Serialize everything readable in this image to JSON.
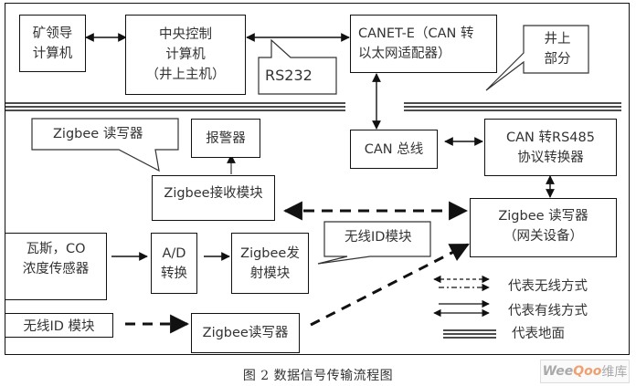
{
  "diagram": {
    "nodes": {
      "mine_leader_computer": [
        "矿领导",
        "计算机"
      ],
      "central_control_computer": [
        "中央控制",
        "计算机",
        "（井上主机）"
      ],
      "canet_adapter": [
        "CANET-E（CAN 转",
        "以太网适配器）"
      ],
      "can_bus": [
        "CAN  总线"
      ],
      "can_rs485_converter": [
        "CAN  转RS485",
        "协议转换器"
      ],
      "alarm": [
        "报警器"
      ],
      "zigbee_receiver": [
        "Zigbee接收模块"
      ],
      "zigbee_gateway": [
        "Zigbee  读写器",
        "（网关设备）"
      ],
      "gas_co_sensor": [
        "瓦斯，CO",
        "浓度传感器"
      ],
      "ad_converter": [
        "A/D",
        "转换"
      ],
      "zigbee_transmitter": [
        "Zigbee发",
        "射模块"
      ],
      "wireless_id_module": [
        "无线ID  模块"
      ],
      "zigbee_reader": [
        "Zigbee读写器"
      ]
    },
    "callouts": {
      "rs232": "RS232",
      "above_ground": [
        "井上",
        "部分"
      ],
      "zigbee_reader_note": "Zigbee  读写器",
      "wireless_id_note": "无线ID模块"
    },
    "legend": {
      "wireless": "代表无线方式",
      "wired": "代表有线方式",
      "ground": "代表地面"
    }
  },
  "caption": "图 2   数据信号传输流程图",
  "watermark": {
    "prefix": "Wee",
    "highlight": "Qoo",
    "suffix": "维库"
  }
}
